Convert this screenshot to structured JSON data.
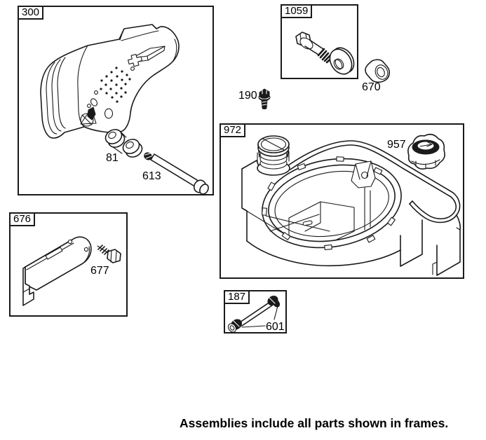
{
  "diagram": {
    "background": "#ffffff",
    "line_color": "#1a1a1a",
    "caption": "Assemblies include all parts shown in frames.",
    "frames": {
      "muffler": "300",
      "hardware_kit": "1059",
      "tank": "972",
      "guard": "676",
      "fuel_line": "187"
    },
    "parts": {
      "muffler_spacer": "81",
      "muffler_bolt": "613",
      "mount_bolt": "190",
      "bushing": "670",
      "fuel_cap": "957",
      "guard_screw": "677",
      "fuel_line_tube": "601"
    }
  }
}
